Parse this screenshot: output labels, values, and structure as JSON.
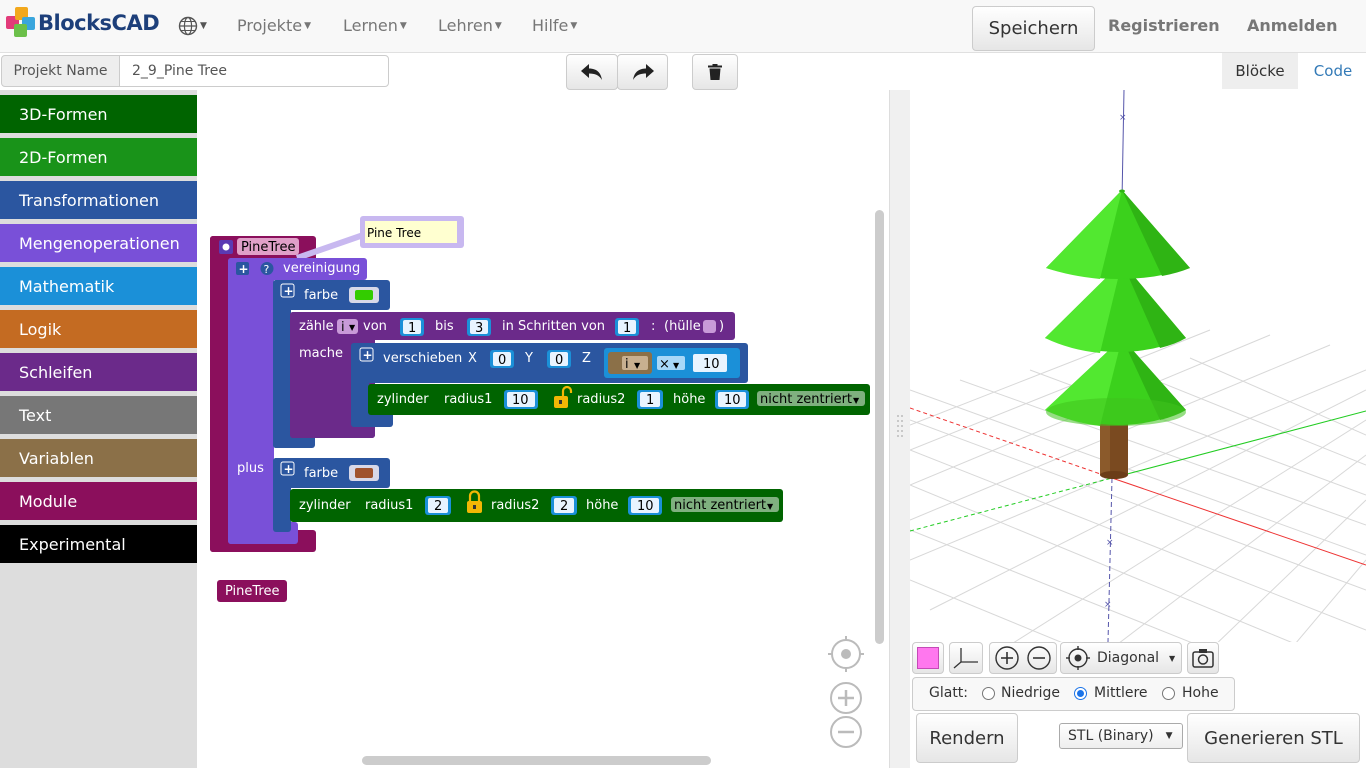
{
  "app": {
    "logo_text": "BlocksCAD"
  },
  "nav": {
    "menus": [
      "Projekte",
      "Lernen",
      "Lehren",
      "Hilfe"
    ],
    "save": "Speichern",
    "register": "Registrieren",
    "login": "Anmelden"
  },
  "project": {
    "label": "Projekt Name",
    "name": "2_9_Pine Tree"
  },
  "tabs": {
    "blocks": "Blöcke",
    "code": "Code"
  },
  "categories": [
    {
      "label": "3D-Formen",
      "color": "#006400"
    },
    {
      "label": "2D-Formen",
      "color": "#199319"
    },
    {
      "label": "Transformationen",
      "color": "#2b56a0"
    },
    {
      "label": "Mengenoperationen",
      "color": "#7950d8"
    },
    {
      "label": "Mathematik",
      "color": "#1b90d8"
    },
    {
      "label": "Logik",
      "color": "#c46b22"
    },
    {
      "label": "Schleifen",
      "color": "#6b2a8a"
    },
    {
      "label": "Text",
      "color": "#777777"
    },
    {
      "label": "Variablen",
      "color": "#8b7048"
    },
    {
      "label": "Module",
      "color": "#8b0f5c"
    },
    {
      "label": "Experimental",
      "color": "#000000"
    }
  ],
  "blocks": {
    "module_name": "PineTree",
    "comment": "Pine Tree",
    "union": "vereinigung",
    "plus": "plus",
    "color1": {
      "label": "farbe",
      "swatch": "#33cc00"
    },
    "loop": {
      "count": "zähle",
      "var": "i",
      "from": "von",
      "from_val": "1",
      "to": "bis",
      "to_val": "3",
      "step": "in Schritten von",
      "step_val": "1",
      "colon": ":",
      "hull": "(hülle",
      "close": ")",
      "do": "mache"
    },
    "translate": {
      "label": "verschieben",
      "x": "X",
      "x_val": "0",
      "y": "Y",
      "y_val": "0",
      "z": "Z",
      "z_var": "i",
      "op": "×",
      "z_mul": "10"
    },
    "cyl1": {
      "label": "zylinder",
      "r1": "radius1",
      "r1_val": "10",
      "r2": "radius2",
      "r2_val": "1",
      "h": "höhe",
      "h_val": "10",
      "center": "nicht zentriert"
    },
    "color2": {
      "label": "farbe",
      "swatch": "#a0522d"
    },
    "cyl2": {
      "label": "zylinder",
      "r1": "radius1",
      "r1_val": "2",
      "r2": "radius2",
      "r2_val": "2",
      "h": "höhe",
      "h_val": "10",
      "center": "nicht zentriert"
    },
    "call": "PineTree"
  },
  "viewer": {
    "view": "Diagonal",
    "glatt_label": "Glatt:",
    "smooth_options": [
      "Niedrige",
      "Mittlere",
      "Hohe"
    ],
    "selected_smooth": "Mittlere",
    "render": "Rendern",
    "format": "STL (Binary)",
    "generate": "Generieren STL",
    "color_swatch": "#ff77ee"
  }
}
